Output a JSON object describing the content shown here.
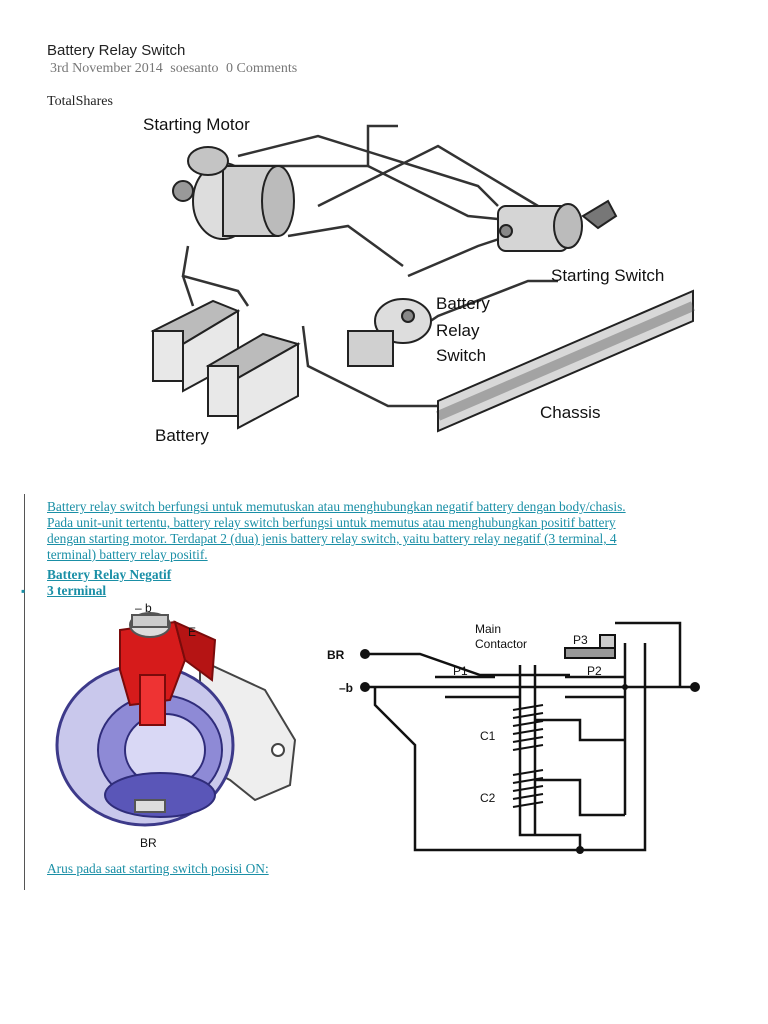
{
  "post": {
    "title": "Battery Relay Switch",
    "date": "3rd November 2014",
    "author": "soesanto",
    "comments": "0 Comments",
    "shares": "TotalShares"
  },
  "figure_main": {
    "labels": {
      "starting_motor": "Starting Motor",
      "starting_switch": "Starting Switch",
      "battery_relay_1": "Battery",
      "battery_relay_2": "Relay",
      "battery_relay_3": "Switch",
      "chassis": "Chassis",
      "battery": "Battery"
    }
  },
  "content": {
    "para_lines": [
      "Battery relay switch berfungsi untuk memutuskan atau menghubungkan negatif battery dengan body/chasis.",
      "Pada unit-unit tertentu, battery relay switch berfungsi untuk memutus atau menghubungkan positif battery",
      "dengan starting motor. Terdapat 2 (dua) jenis battery relay switch, yaitu battery relay negatif (3 terminal, 4",
      "terminal) battery relay positif."
    ],
    "heading_negatif": "Battery Relay Negatif",
    "bullet_symbol": "▪",
    "heading_3terminal": "3 terminal",
    "para_on": "Arus pada saat starting switch posisi ON:"
  },
  "figure_relay": {
    "labels": {
      "minus_b": "– b",
      "e": "E",
      "br": "BR"
    }
  },
  "figure_circuit": {
    "labels": {
      "main_contactor_1": "Main",
      "main_contactor_2": "Contactor",
      "p3": "P3",
      "br": "BR",
      "minus_b": "–b",
      "p1": "P1",
      "p2": "P2",
      "c1": "C1",
      "c2": "C2"
    }
  }
}
